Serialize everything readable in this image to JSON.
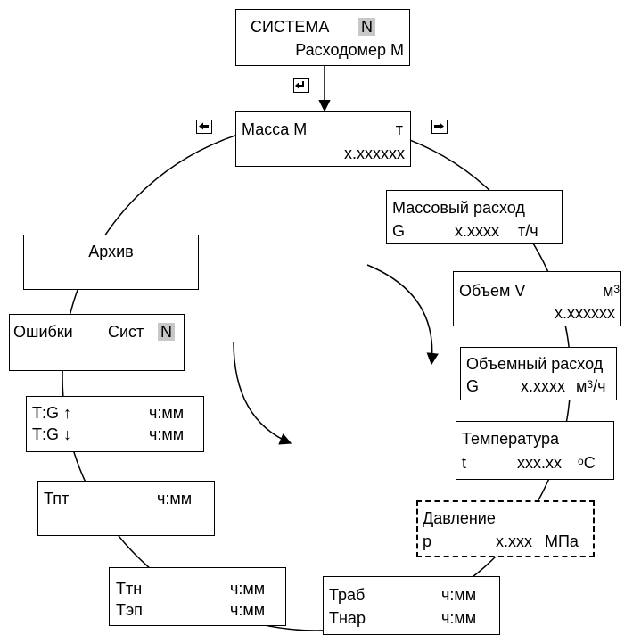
{
  "system": {
    "title": "СИСТЕМА",
    "badge": "N",
    "subtitle": "Расходомер М"
  },
  "mass": {
    "label": "Масса М",
    "unit": "т",
    "value": "х.хххххх"
  },
  "mass_flow": {
    "label": "Массовый расход",
    "symbol": "G",
    "value": "х.хххх",
    "unit": "т/ч"
  },
  "volume": {
    "label": "Объем V",
    "unit_base": "м",
    "unit_exp": "3",
    "value": "х.хххххх"
  },
  "volume_flow": {
    "label": "Объемный расход",
    "symbol": "G",
    "value": "х.хххх",
    "unit_base": "м",
    "unit_exp": "3",
    "unit_tail": "/ч"
  },
  "temperature": {
    "label": "Температура",
    "symbol": "t",
    "value": "ххх.хх",
    "unit_exp": "о",
    "unit_tail": "С"
  },
  "pressure": {
    "label": "Давление",
    "symbol": "р",
    "value": "х.ххх",
    "unit": "МПа"
  },
  "work_time": {
    "row1_label": "Траб",
    "row1_value": "ч:мм",
    "row2_label": "Тнар",
    "row2_value": "ч:мм"
  },
  "tn_time": {
    "row1_label": "Ттн",
    "row1_value": "ч:мм",
    "row2_label": "Тэп",
    "row2_value": "ч:мм"
  },
  "tpt_time": {
    "label": "Тпт",
    "value": "ч:мм"
  },
  "tg_time": {
    "row1_label": "Т:G ↑",
    "row1_value": "ч:мм",
    "row2_label": "Т:G ↓",
    "row2_value": "ч:мм"
  },
  "errors": {
    "label": "Ошибки",
    "system": "Сист",
    "badge": "N"
  },
  "archive": {
    "label": "Архив"
  }
}
